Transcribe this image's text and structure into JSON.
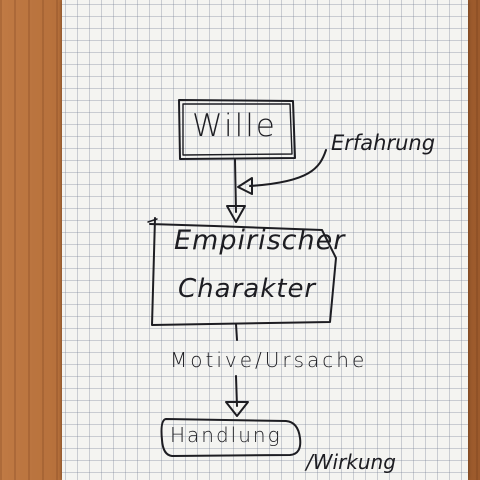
{
  "diagram": {
    "nodes": {
      "wille": "Wille",
      "erfahrung": "Erfahrung",
      "empirischer_line1": "Empirischer",
      "empirischer_line2": "Charakter",
      "motive": "Motive/Ursache",
      "handlung": "Handlung",
      "wirkung": "/Wirkung"
    },
    "edges": [
      {
        "from": "Wille",
        "to": "Empirischer Charakter"
      },
      {
        "from": "Erfahrung",
        "to": "Empirischer Charakter"
      },
      {
        "from": "Empirischer Charakter",
        "to": "Handlung",
        "label": "Motive/Ursache"
      }
    ],
    "colors": {
      "ink": "#1d1d22",
      "paper": "#f4f4f1",
      "grid": "#8791a6",
      "wood": "#b5703f"
    }
  }
}
